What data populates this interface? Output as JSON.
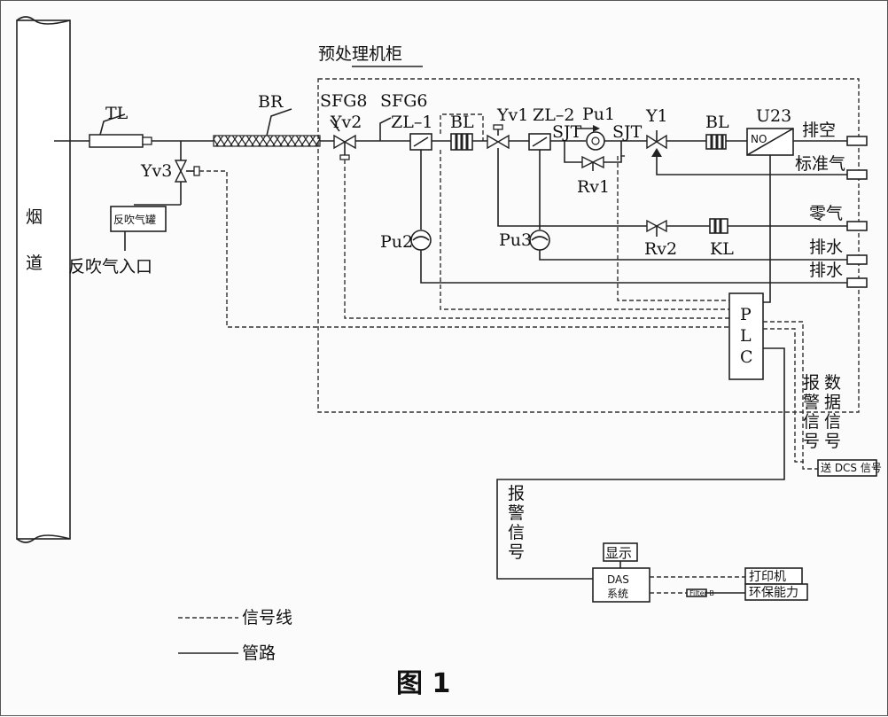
{
  "flue": "烟道",
  "cabinet_label": "预处理机柜",
  "components": {
    "TL": "TL",
    "BR": "BR",
    "SFG8": "SFG8",
    "SFG6": "SFG6",
    "Yv2": "Yv2",
    "ZL1": "ZL–1",
    "BL1": "BL",
    "Yv1": "Yv1",
    "ZL2": "ZL–2",
    "Pu1": "Pu1",
    "SJT1": "SJT",
    "SJT2": "SJT",
    "Y1": "Y1",
    "BL2": "BL",
    "U23": "U23",
    "NO": "NO",
    "Rv1": "Rv1",
    "Rv2": "Rv2",
    "KL": "KL",
    "Pu2": "Pu2",
    "Pu3": "Pu3",
    "Yv3": "Yv3"
  },
  "blowback_tank": "反吹气罐",
  "blowback_inlet": "反吹气入口",
  "outlets": [
    "排空",
    "标准气",
    "零气",
    "排水",
    "排水"
  ],
  "plc": [
    "P",
    "L",
    "C"
  ],
  "data_signal": [
    "数",
    "据",
    "信",
    "号"
  ],
  "alarm_signal_right": [
    "报",
    "警",
    "信",
    "号"
  ],
  "alarm_signal_left": [
    "报",
    "警",
    "信",
    "号"
  ],
  "dcs_box": "送 DCS 信号",
  "display": "显示",
  "das": [
    "DAS",
    "系统"
  ],
  "printer": "打印机",
  "env_box": "环保能力",
  "tiny_box": "Filter B",
  "legend": {
    "signal": "信号线",
    "pipe": "管路"
  },
  "figure_caption": "图 1",
  "colors": {
    "line": "#222222",
    "background": "#fbfbfb"
  }
}
